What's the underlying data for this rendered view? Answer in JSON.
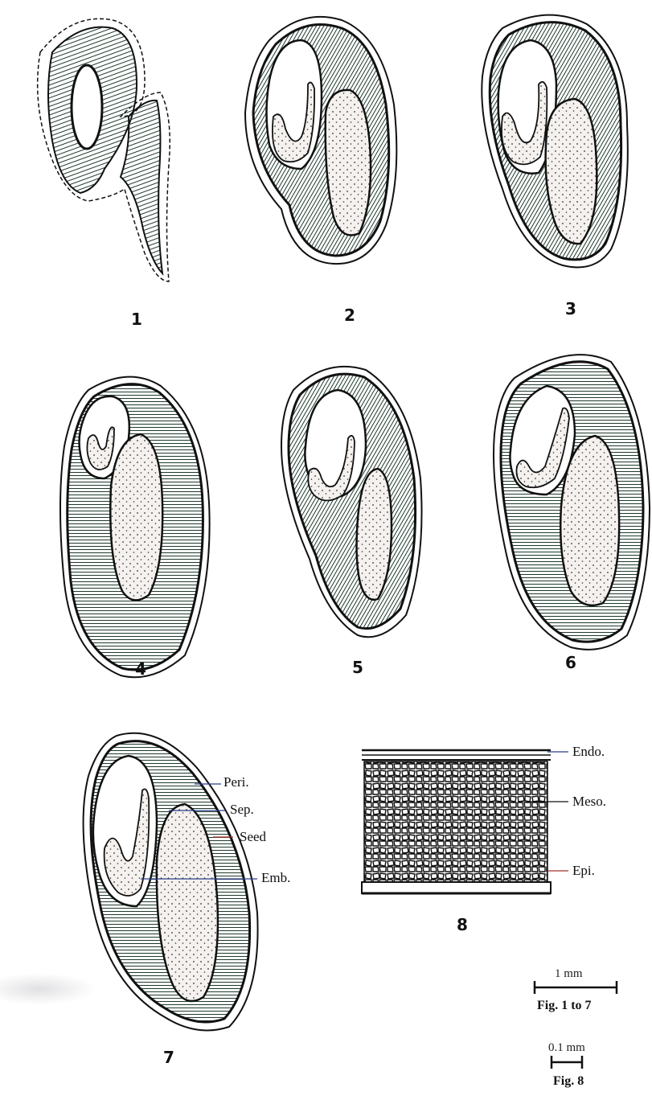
{
  "figure_numbers": {
    "fig1": "1",
    "fig2": "2",
    "fig3": "3",
    "fig4": "4",
    "fig5": "5",
    "fig6": "6",
    "fig7": "7",
    "fig8": "8"
  },
  "fig7_labels": {
    "peri": "Peri.",
    "sep": "Sep.",
    "seed": "Seed",
    "emb": "Emb."
  },
  "fig8_labels": {
    "endo": "Endo.",
    "meso": "Meso.",
    "epi": "Epi."
  },
  "scale_bars": {
    "large": {
      "value": "1 mm",
      "caption": "Fig. 1 to 7"
    },
    "small": {
      "value": "0.1 mm",
      "caption": "Fig. 8"
    }
  },
  "colors": {
    "ink": "#111111",
    "hatch_green": "#1f3a2c",
    "label_line_blue": "#2b3f8c",
    "label_line_red": "#a3302a",
    "stipple_fill": "#f4f1ee"
  }
}
